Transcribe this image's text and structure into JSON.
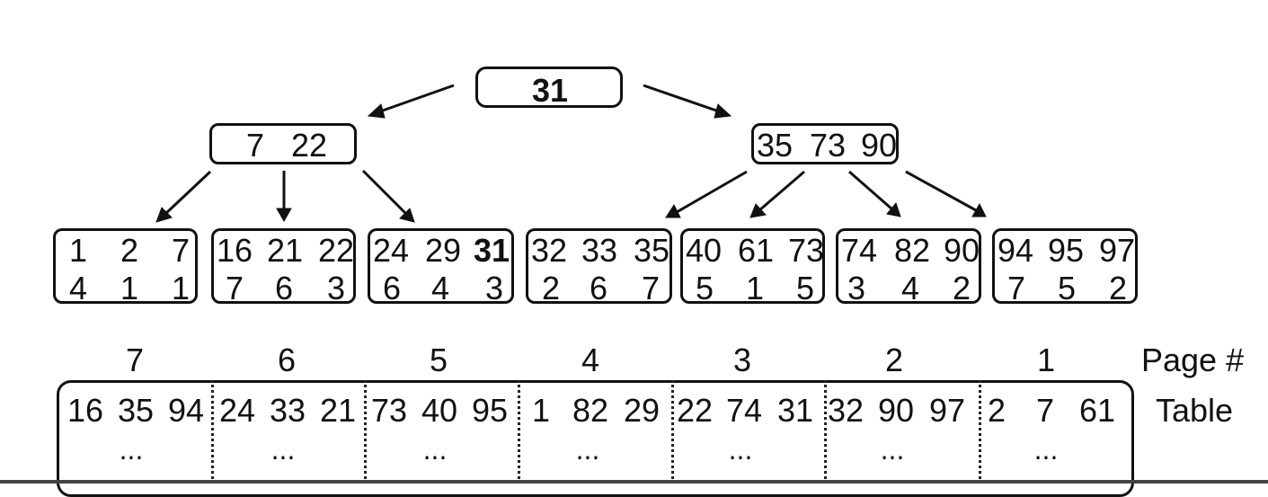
{
  "tree": {
    "root": {
      "keys": [
        "31"
      ]
    },
    "level1": [
      {
        "keys": [
          "7",
          "22"
        ]
      },
      {
        "keys": [
          "35",
          "73",
          "90"
        ]
      }
    ],
    "leaves": [
      {
        "keys": [
          "1",
          "2",
          "7"
        ],
        "pages": [
          "4",
          "1",
          "1"
        ]
      },
      {
        "keys": [
          "16",
          "21",
          "22"
        ],
        "pages": [
          "7",
          "6",
          "3"
        ]
      },
      {
        "keys": [
          "24",
          "29",
          "31"
        ],
        "pages": [
          "6",
          "4",
          "3"
        ]
      },
      {
        "keys": [
          "32",
          "33",
          "35"
        ],
        "pages": [
          "2",
          "6",
          "7"
        ]
      },
      {
        "keys": [
          "40",
          "61",
          "73"
        ],
        "pages": [
          "5",
          "1",
          "5"
        ]
      },
      {
        "keys": [
          "74",
          "82",
          "90"
        ],
        "pages": [
          "3",
          "4",
          "2"
        ]
      },
      {
        "keys": [
          "94",
          "95",
          "97"
        ],
        "pages": [
          "7",
          "5",
          "2"
        ]
      }
    ]
  },
  "table": {
    "page_label": "Page #",
    "table_label": "Table",
    "pages": [
      {
        "num": "7",
        "values": [
          "16",
          "35",
          "94"
        ],
        "more": "..."
      },
      {
        "num": "6",
        "values": [
          "24",
          "33",
          "21"
        ],
        "more": "..."
      },
      {
        "num": "5",
        "values": [
          "73",
          "40",
          "95"
        ],
        "more": "..."
      },
      {
        "num": "4",
        "values": [
          "1",
          "82",
          "29"
        ],
        "more": "..."
      },
      {
        "num": "3",
        "values": [
          "22",
          "74",
          "31"
        ],
        "more": "..."
      },
      {
        "num": "2",
        "values": [
          "32",
          "90",
          "97"
        ],
        "more": "..."
      },
      {
        "num": "1",
        "values": [
          "2",
          "7",
          "61"
        ],
        "more": "..."
      }
    ]
  }
}
